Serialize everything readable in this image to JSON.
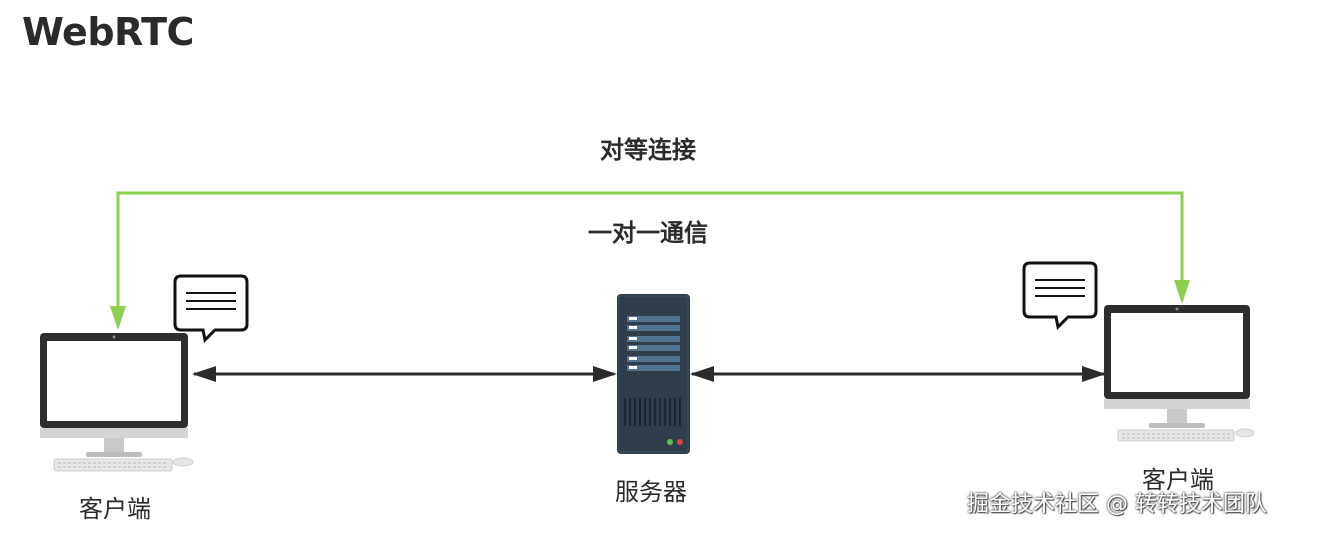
{
  "title": "WebRTC",
  "peer_label": "对等连接",
  "one_to_one_label": "一对一通信",
  "client_left_label": "客户端",
  "client_right_label": "客户端",
  "server_label": "服务器",
  "watermark": "掘金技术社区 @ 转转技术团队",
  "colors": {
    "peer_line": "#8dcf4f",
    "arrow": "#2b2b2b",
    "server_body": "#2f3e4a",
    "server_slot": "#4f7390",
    "monitor_frame": "#2d2d2d",
    "monitor_stand": "#c9c9c9"
  },
  "icons": [
    "monitor-icon",
    "server-icon",
    "chat-bubble-icon",
    "keyboard-icon",
    "mouse-icon"
  ]
}
